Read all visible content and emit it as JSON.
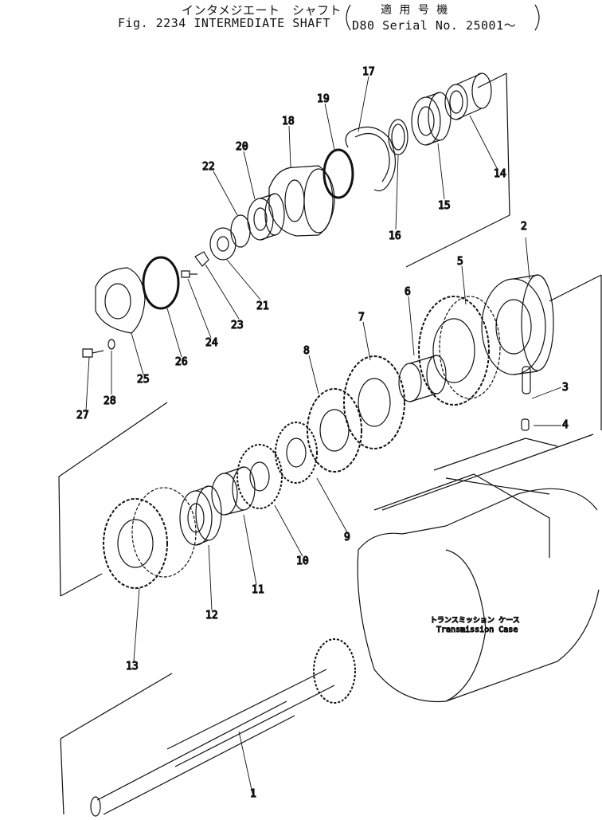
{
  "header": {
    "title_jp": "インタメジエート　シャフト",
    "figure": "Fig. 2234",
    "title_en": "INTERMEDIATE SHAFT",
    "applicable_jp": "適 用 号 機",
    "serial_model": "D80",
    "serial_label": "Serial",
    "serial_no": "No. 25001～"
  },
  "case_label": {
    "jp": "トランスミッション ケース",
    "en": "Transmission Case"
  },
  "callouts": [
    "1",
    "2",
    "3",
    "4",
    "5",
    "6",
    "7",
    "8",
    "9",
    "10",
    "11",
    "12",
    "13",
    "14",
    "15",
    "16",
    "17",
    "18",
    "19",
    "20",
    "21",
    "22",
    "23",
    "24",
    "25",
    "26",
    "27",
    "28"
  ]
}
